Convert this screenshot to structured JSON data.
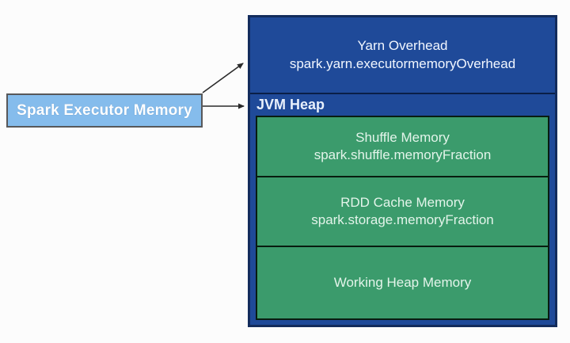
{
  "colors": {
    "dark_blue": "#1f4a99",
    "dark_blue_border": "#132c5c",
    "separator": "#0a1f47",
    "green": "#3b9b6c",
    "green_border": "#081c10",
    "light_blue": "#85bcec",
    "light_blue_border": "#58585a",
    "arrow": "#2a2a2a",
    "text_white": "#f2f7ff",
    "text_mint": "#e3f4ea",
    "background": "#fcfcfc"
  },
  "source_box": {
    "label": "Spark Executor Memory"
  },
  "diagram": {
    "yarn_overhead": {
      "title": "Yarn Overhead",
      "subtitle": "spark.yarn.executormemoryOverhead"
    },
    "jvm_heap": {
      "label": "JVM Heap",
      "sections": [
        {
          "title": "Shuffle Memory",
          "subtitle": "spark.shuffle.memoryFraction"
        },
        {
          "title": "RDD Cache Memory",
          "subtitle": "spark.storage.memoryFraction"
        },
        {
          "title": "Working Heap Memory",
          "subtitle": ""
        }
      ]
    }
  }
}
